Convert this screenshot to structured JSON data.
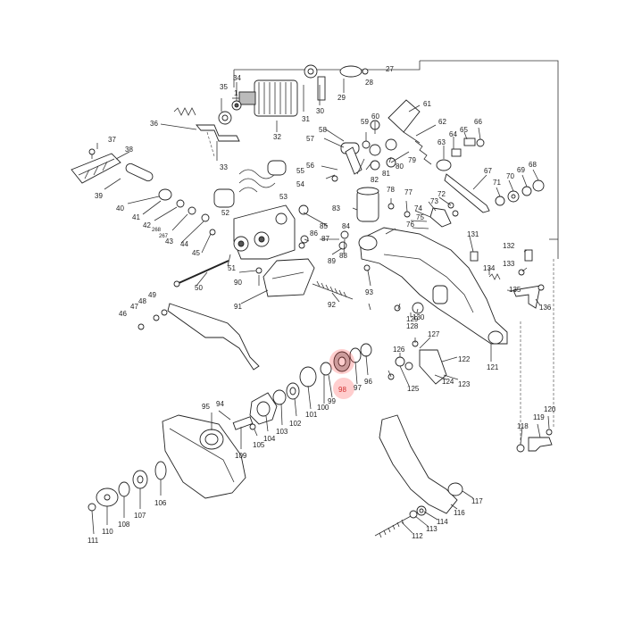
{
  "highlight_color": "#e53935",
  "highlighted_part": "98",
  "labels": [
    {
      "id": "p1",
      "text": "1"
    },
    {
      "id": "p27",
      "text": "27"
    },
    {
      "id": "p28",
      "text": "28"
    },
    {
      "id": "p29",
      "text": "29"
    },
    {
      "id": "p30",
      "text": "30"
    },
    {
      "id": "p31",
      "text": "31"
    },
    {
      "id": "p32",
      "text": "32"
    },
    {
      "id": "p33",
      "text": "33"
    },
    {
      "id": "p34",
      "text": "34"
    },
    {
      "id": "p35",
      "text": "35"
    },
    {
      "id": "p36",
      "text": "36"
    },
    {
      "id": "p37",
      "text": "37"
    },
    {
      "id": "p38",
      "text": "38"
    },
    {
      "id": "p39",
      "text": "39"
    },
    {
      "id": "p40",
      "text": "40"
    },
    {
      "id": "p41",
      "text": "41"
    },
    {
      "id": "p42",
      "text": "42"
    },
    {
      "id": "p43",
      "text": "43"
    },
    {
      "id": "p44",
      "text": "44"
    },
    {
      "id": "p45",
      "text": "45"
    },
    {
      "id": "p46",
      "text": "46"
    },
    {
      "id": "p47",
      "text": "47"
    },
    {
      "id": "p48",
      "text": "48"
    },
    {
      "id": "p49",
      "text": "49"
    },
    {
      "id": "p50",
      "text": "50"
    },
    {
      "id": "p51",
      "text": "51"
    },
    {
      "id": "p52",
      "text": "52"
    },
    {
      "id": "p53",
      "text": "53"
    },
    {
      "id": "p54",
      "text": "54"
    },
    {
      "id": "p55",
      "text": "55"
    },
    {
      "id": "p56",
      "text": "56"
    },
    {
      "id": "p57",
      "text": "57"
    },
    {
      "id": "p58",
      "text": "58"
    },
    {
      "id": "p59",
      "text": "59"
    },
    {
      "id": "p60",
      "text": "60"
    },
    {
      "id": "p61",
      "text": "61"
    },
    {
      "id": "p62",
      "text": "62"
    },
    {
      "id": "p63",
      "text": "63"
    },
    {
      "id": "p64",
      "text": "64"
    },
    {
      "id": "p65",
      "text": "65"
    },
    {
      "id": "p66",
      "text": "66"
    },
    {
      "id": "p67",
      "text": "67"
    },
    {
      "id": "p68",
      "text": "68"
    },
    {
      "id": "p69",
      "text": "69"
    },
    {
      "id": "p70",
      "text": "70"
    },
    {
      "id": "p71",
      "text": "71"
    },
    {
      "id": "p72",
      "text": "72"
    },
    {
      "id": "p73",
      "text": "73"
    },
    {
      "id": "p74",
      "text": "74"
    },
    {
      "id": "p75",
      "text": "75"
    },
    {
      "id": "p76",
      "text": "76"
    },
    {
      "id": "p77",
      "text": "77"
    },
    {
      "id": "p78",
      "text": "78"
    },
    {
      "id": "p79",
      "text": "79"
    },
    {
      "id": "p80",
      "text": "80"
    },
    {
      "id": "p81",
      "text": "81"
    },
    {
      "id": "p82",
      "text": "82"
    },
    {
      "id": "p83",
      "text": "83"
    },
    {
      "id": "p84",
      "text": "84"
    },
    {
      "id": "p85",
      "text": "85"
    },
    {
      "id": "p86",
      "text": "86"
    },
    {
      "id": "p87",
      "text": "87"
    },
    {
      "id": "p88",
      "text": "88"
    },
    {
      "id": "p89",
      "text": "89"
    },
    {
      "id": "p90",
      "text": "90"
    },
    {
      "id": "p91",
      "text": "91"
    },
    {
      "id": "p92",
      "text": "92"
    },
    {
      "id": "p93",
      "text": "93"
    },
    {
      "id": "p94",
      "text": "94"
    },
    {
      "id": "p95",
      "text": "95"
    },
    {
      "id": "p96",
      "text": "96"
    },
    {
      "id": "p97",
      "text": "97"
    },
    {
      "id": "p98",
      "text": "98"
    },
    {
      "id": "p99",
      "text": "99"
    },
    {
      "id": "p100",
      "text": "100"
    },
    {
      "id": "p101",
      "text": "101"
    },
    {
      "id": "p102",
      "text": "102"
    },
    {
      "id": "p103",
      "text": "103"
    },
    {
      "id": "p104",
      "text": "104"
    },
    {
      "id": "p105",
      "text": "105"
    },
    {
      "id": "p106",
      "text": "106"
    },
    {
      "id": "p107",
      "text": "107"
    },
    {
      "id": "p108",
      "text": "108"
    },
    {
      "id": "p109",
      "text": "109"
    },
    {
      "id": "p110",
      "text": "110"
    },
    {
      "id": "p111",
      "text": "111"
    },
    {
      "id": "p112",
      "text": "112"
    },
    {
      "id": "p113",
      "text": "113"
    },
    {
      "id": "p114",
      "text": "114"
    },
    {
      "id": "p116",
      "text": "116"
    },
    {
      "id": "p117",
      "text": "117"
    },
    {
      "id": "p118",
      "text": "118"
    },
    {
      "id": "p119",
      "text": "119"
    },
    {
      "id": "p120",
      "text": "120"
    },
    {
      "id": "p121",
      "text": "121"
    },
    {
      "id": "p122",
      "text": "122"
    },
    {
      "id": "p123",
      "text": "123"
    },
    {
      "id": "p124",
      "text": "124"
    },
    {
      "id": "p125",
      "text": "125"
    },
    {
      "id": "p126",
      "text": "126"
    },
    {
      "id": "p127",
      "text": "127"
    },
    {
      "id": "p128",
      "text": "128"
    },
    {
      "id": "p129",
      "text": "129"
    },
    {
      "id": "p130",
      "text": "130"
    },
    {
      "id": "p131",
      "text": "131"
    },
    {
      "id": "p132",
      "text": "132"
    },
    {
      "id": "p133",
      "text": "133"
    },
    {
      "id": "p134",
      "text": "134"
    },
    {
      "id": "p135",
      "text": "135"
    },
    {
      "id": "p136",
      "text": "136"
    },
    {
      "id": "p267",
      "text": "267"
    },
    {
      "id": "p268",
      "text": "268"
    }
  ]
}
